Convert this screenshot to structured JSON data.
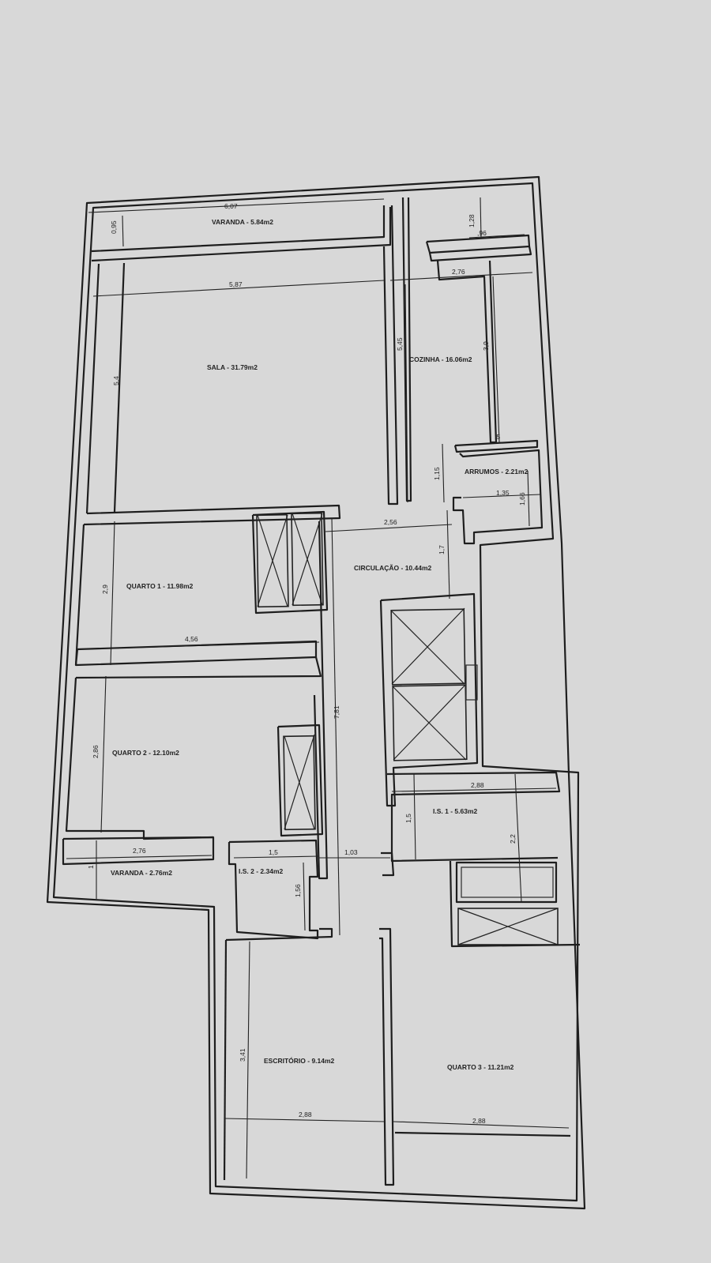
{
  "rooms": {
    "varanda_top": "VARANDA - 5.84m2",
    "sala": "SALA - 31.79m2",
    "cozinha": "COZINHA - 16.06m2",
    "arrumos": "ARRUMOS - 2.21m2",
    "circulacao": "CIRCULAÇÃO - 10.44m2",
    "quarto1": "QUARTO 1 - 11.98m2",
    "quarto2": "QUARTO 2 - 12.10m2",
    "varanda_bottom": "VARANDA - 2.76m2",
    "is1": "I.S. 1 - 5.63m2",
    "is2": "I.S. 2 - 2.34m2",
    "escritorio": "ESCRITÓRIO - 9.14m2",
    "quarto3": "QUARTO 3 - 11.21m2"
  },
  "dimensions": {
    "varanda_w": "6,07",
    "varanda_h": "0,95",
    "sala_w": "5,87",
    "sala_h": "5,4",
    "cozinha_h": "5,45",
    "cozinha_top_h": "1,28",
    "cozinha_top_w": ",96",
    "cozinha_w": "2,76",
    "cozinha_inner_h": "3,9",
    "cozinha_small": ",5",
    "arrumos_h": "1,15",
    "arrumos_w": "1,35",
    "arrumos_side": "1,66",
    "circ_w": "2,56",
    "circ_h": "1,7",
    "quarto1_h": "2,9",
    "quarto1_w": "4,56",
    "circ_long": "7,81",
    "quarto2_h": "2,86",
    "varanda2_w": "2,76",
    "varanda2_h": "1",
    "is2_w": "1,5",
    "is2_h": "1,56",
    "door_w": "1,03",
    "is1_w": "2,88",
    "is1_h": "1,5",
    "is1_side": "2,2",
    "escritorio_h": "3,41",
    "escritorio_w": "2,88",
    "quarto3_w": "2,88"
  }
}
